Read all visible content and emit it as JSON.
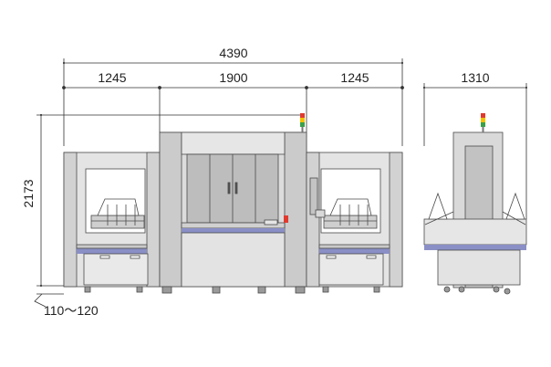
{
  "dimensions": {
    "total_width": "4390",
    "left_module": "1245",
    "center_module": "1900",
    "right_module": "1245",
    "side_depth": "1310",
    "height": "2173",
    "floor_clearance": "110～120"
  },
  "colors": {
    "line": "#4a4a4a",
    "body": "#d9d9d9",
    "panel": "#ececec",
    "dark_panel": "#a8a8a8",
    "accent_band": "#8a8fc6",
    "lamp_red": "#e03a2f",
    "lamp_yellow": "#f2c200",
    "lamp_green": "#3aa04a"
  }
}
